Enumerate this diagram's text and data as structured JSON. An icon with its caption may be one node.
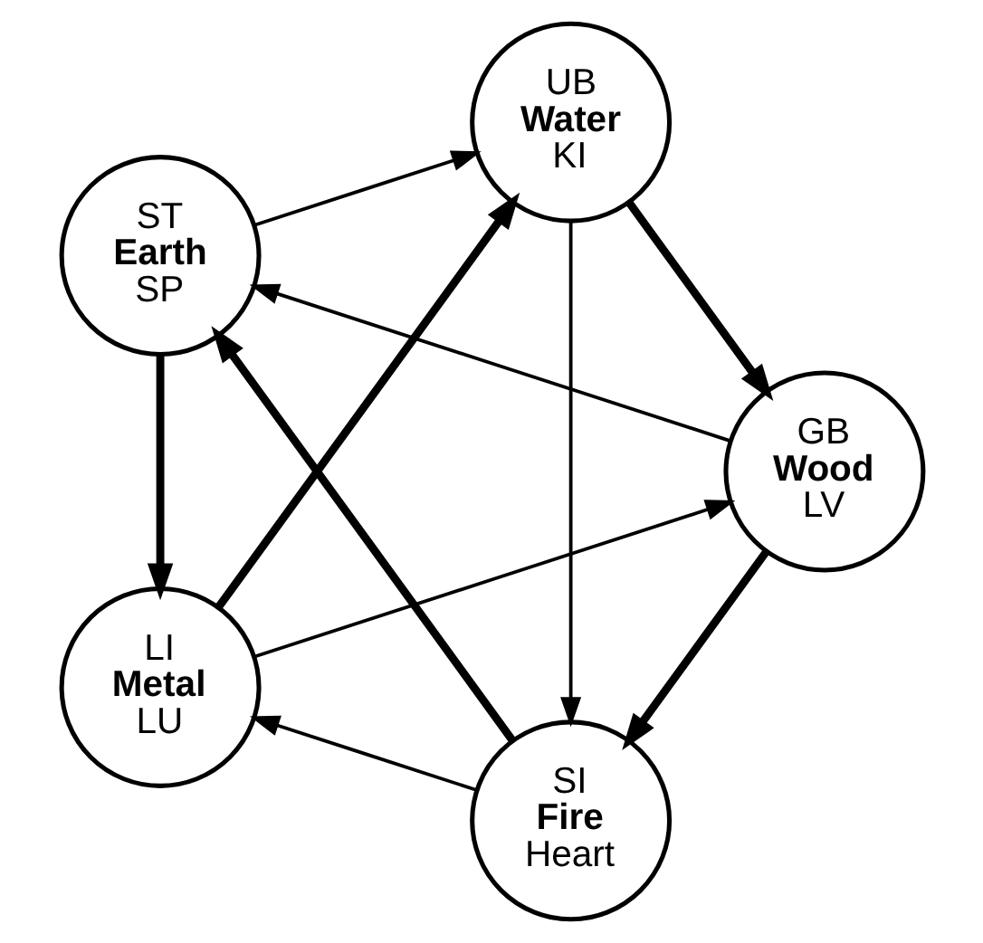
{
  "diagram": {
    "nodes": [
      {
        "text": [
          "SI",
          "Fire",
          "Heart"
        ]
      },
      {
        "text": [
          "GB",
          "Wood",
          "LV"
        ]
      },
      {
        "text": [
          "ST",
          "Earth",
          "SP"
        ]
      },
      {
        "text": [
          "UB",
          "Water",
          "KI"
        ]
      },
      {
        "text": [
          "LI",
          "Metal",
          "LU"
        ]
      }
    ],
    "edges": [
      {
        "from": 1,
        "to": 0,
        "arrow": "to",
        "style": "thick"
      },
      {
        "from": 0,
        "to": 2,
        "arrow": "to",
        "style": "thick"
      },
      {
        "from": 2,
        "to": 4,
        "arrow": "to",
        "style": "thick"
      },
      {
        "from": 4,
        "to": 3,
        "arrow": "to",
        "style": "thick"
      },
      {
        "from": 3,
        "to": 1,
        "arrow": "to",
        "style": "thick"
      },
      {
        "from": 1,
        "to": 2,
        "arrow": "to"
      },
      {
        "from": 2,
        "to": 3,
        "arrow": "to"
      },
      {
        "from": 3,
        "to": 0,
        "arrow": "to"
      },
      {
        "from": 0,
        "to": 4,
        "arrow": "to"
      },
      {
        "from": 4,
        "to": 1,
        "arrow": "to"
      }
    ]
  }
}
